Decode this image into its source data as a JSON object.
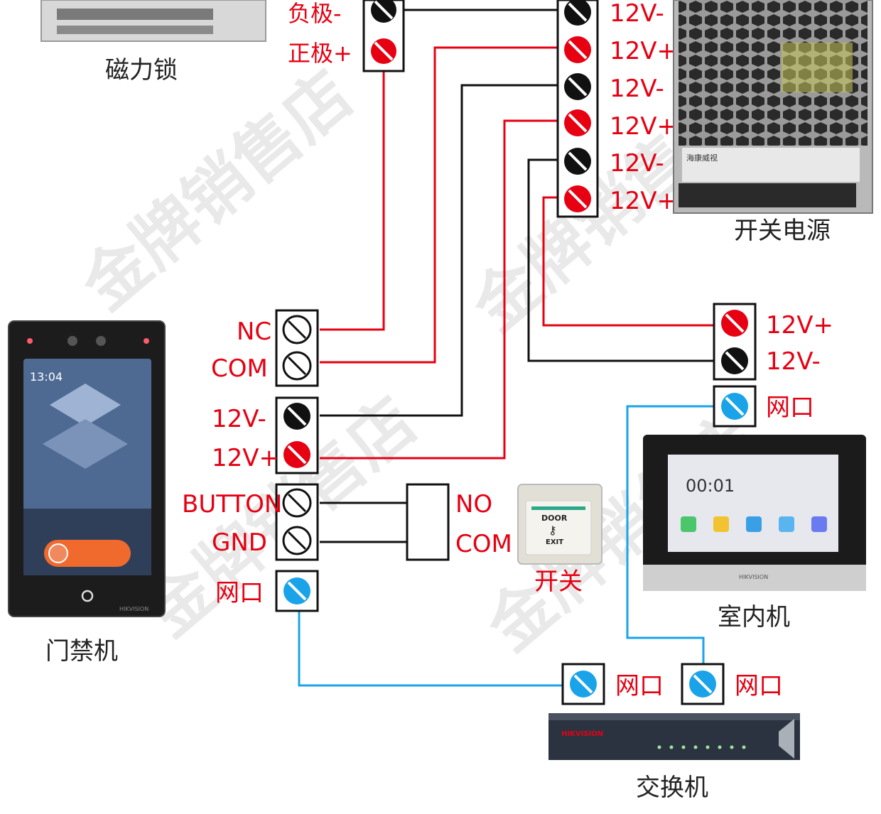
{
  "colors": {
    "red": "#e60012",
    "black": "#111111",
    "blue": "#1aa3e8",
    "wire_red": "#e60012",
    "wire_black": "#111111",
    "wire_blue": "#1aa3e8"
  },
  "watermark": "金牌销售店",
  "devices": {
    "maglock": {
      "title": "磁力锁"
    },
    "psu": {
      "title": "开关电源",
      "brand_text": "海康威视"
    },
    "door_terminal": {
      "title": "门禁机",
      "screen_time": "13:04",
      "brand_text": "HIKVISION"
    },
    "indoor_unit": {
      "title": "室内机",
      "screen_time": "00:01",
      "brand_text": "HIKVISION"
    },
    "exit_switch": {
      "title": "开关",
      "door_text": "DOOR",
      "exit_text": "EXIT"
    },
    "switch": {
      "title": "交换机",
      "brand_text": "HIKVISION"
    }
  },
  "labels": {
    "maglock_neg": "负极-",
    "maglock_pos": "正极+",
    "psu_t1": "12V-",
    "psu_t2": "12V+",
    "psu_t3": "12V-",
    "psu_t4": "12V+",
    "psu_t5": "12V-",
    "psu_t6": "12V+",
    "term_nc": "NC",
    "term_com": "COM",
    "term_12vn": "12V-",
    "term_12vp": "12V+",
    "term_button": "BUTTON",
    "term_gnd": "GND",
    "term_net": "网口",
    "indoor_12vp": "12V+",
    "indoor_12vn": "12V-",
    "indoor_net": "网口",
    "switch_no": "NO",
    "switch_com": "COM",
    "sw_port1": "网口",
    "sw_port2": "网口"
  }
}
